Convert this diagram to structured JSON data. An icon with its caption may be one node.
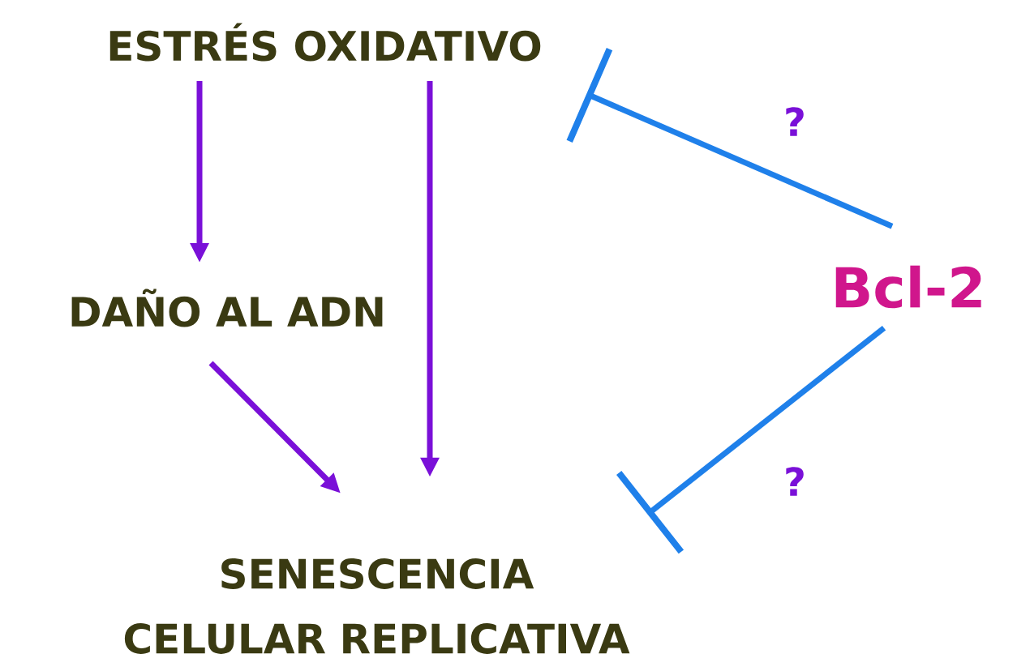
{
  "diagram": {
    "nodes": [
      {
        "text": [
          "ESTRÉS OXIDATIVO"
        ]
      },
      {
        "text": [
          "DAÑO AL ADN"
        ]
      },
      {
        "text": [
          "SENESCENCIA CELULAR REPLICATIVA"
        ]
      },
      {
        "text": [
          "Bcl-2"
        ]
      }
    ],
    "edges": [
      {
        "from": 0,
        "to": 1,
        "arrow": "to"
      },
      {
        "from": 0,
        "to": 2,
        "arrow": "to"
      },
      {
        "from": 1,
        "to": 2,
        "arrow": "to"
      },
      {
        "from": 3,
        "to": 0,
        "arrow": "other",
        "label": "?",
        "color": "#1f80ea"
      },
      {
        "from": 3,
        "to": 2,
        "arrow": "other",
        "label": "?",
        "color": "#1f80ea"
      }
    ]
  }
}
